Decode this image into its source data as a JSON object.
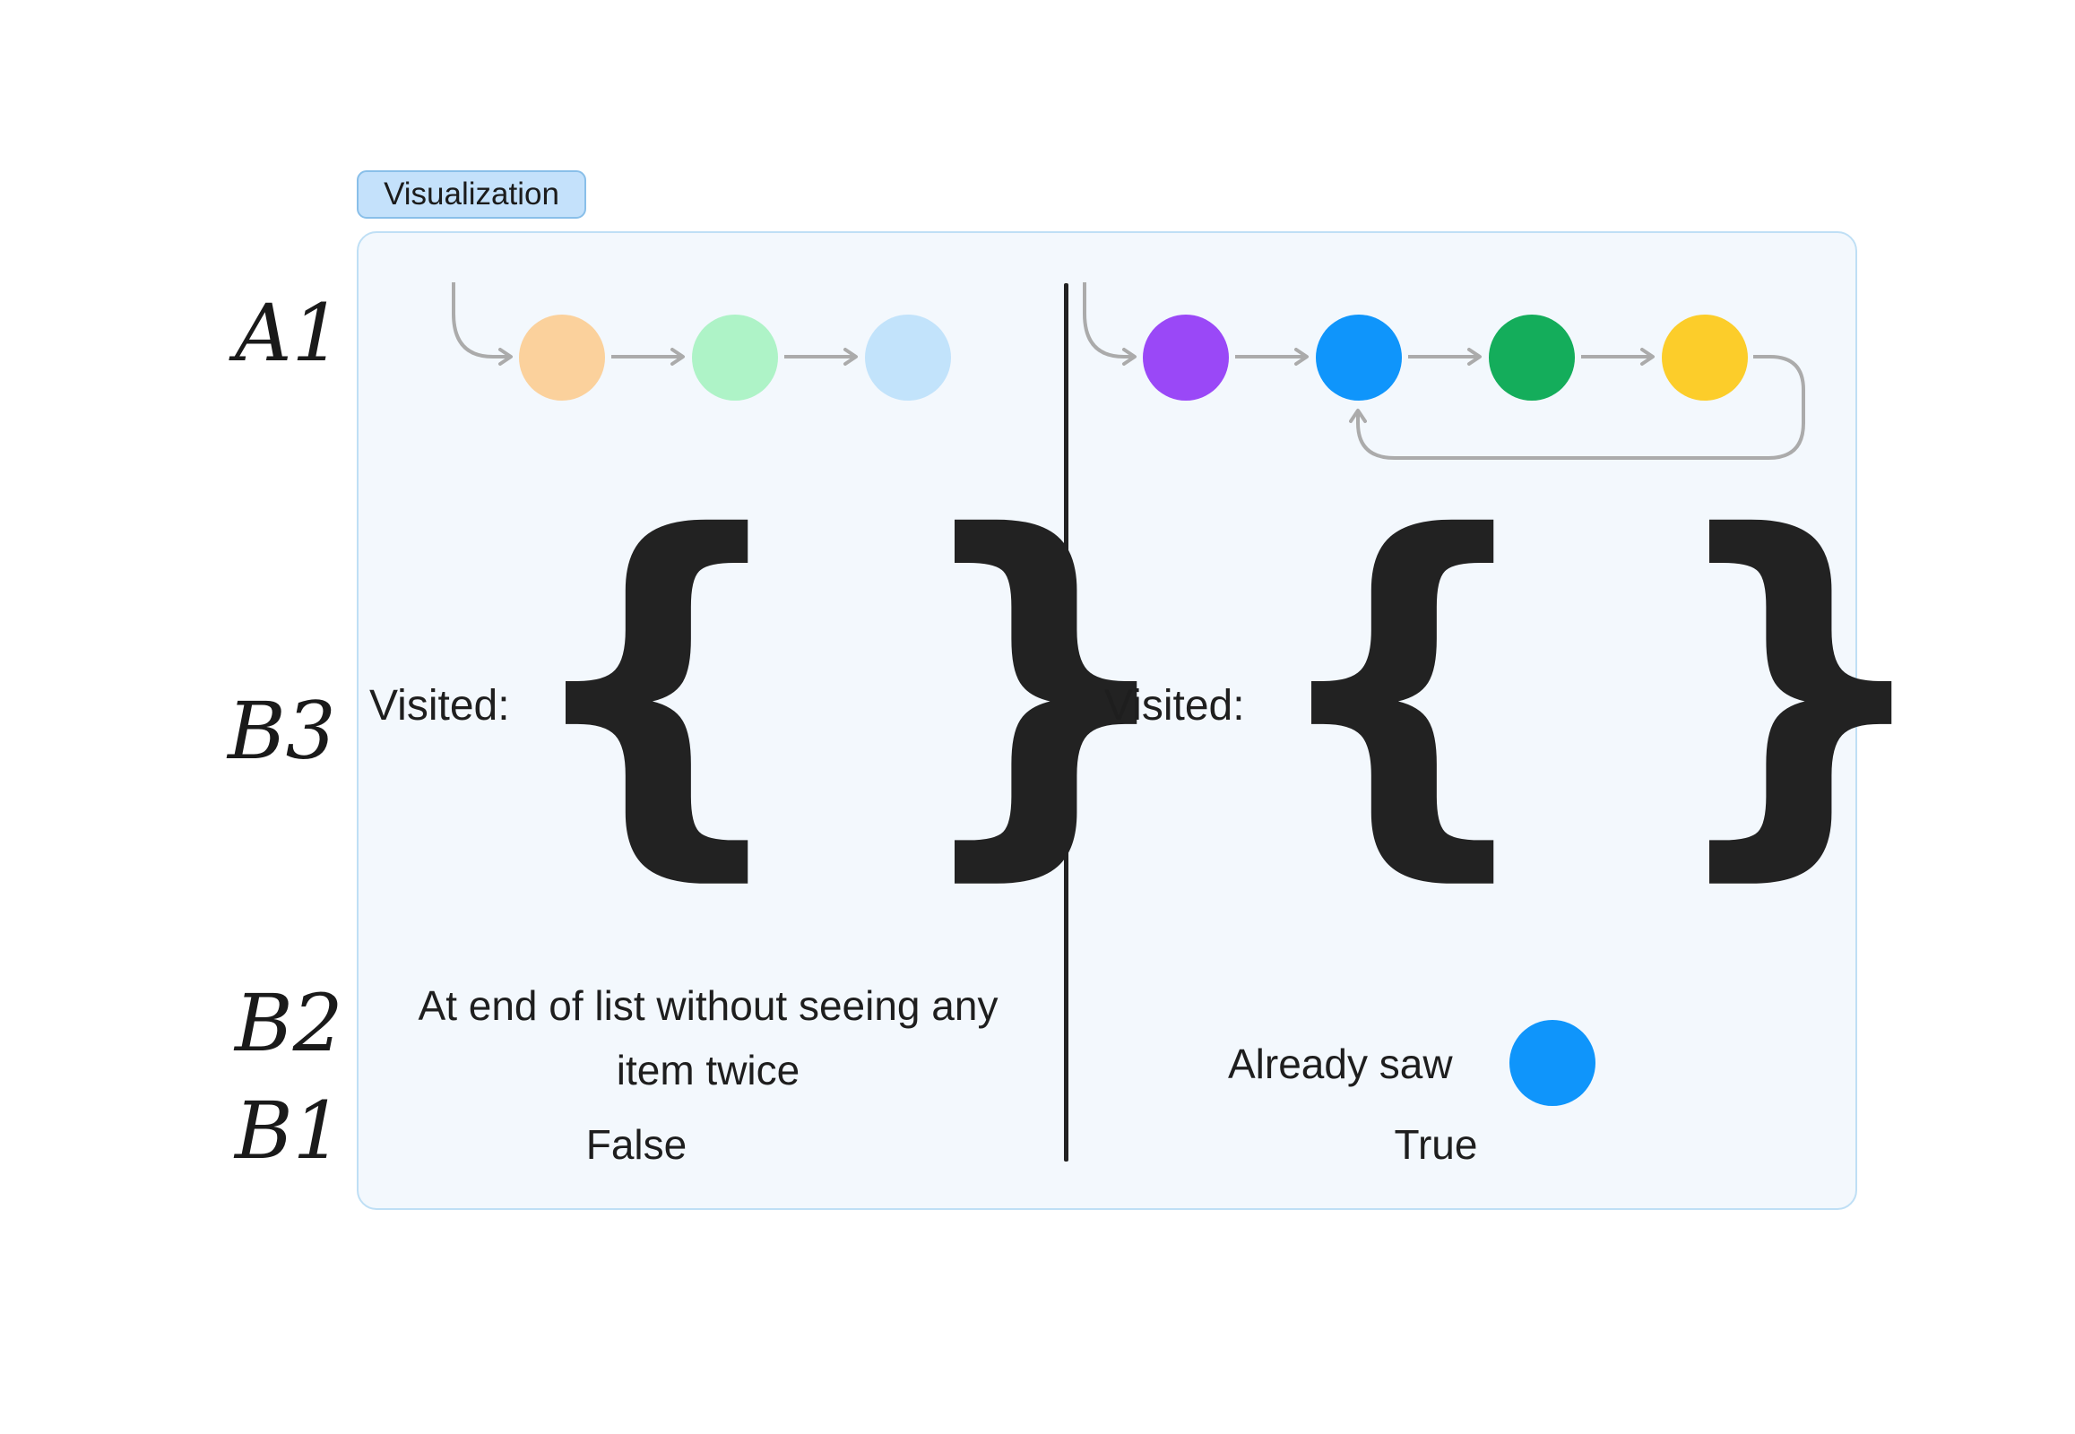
{
  "tag_label": "Visualization",
  "row_labels": {
    "a1": "A1",
    "b3": "B3",
    "b2": "B2",
    "b1": "B1"
  },
  "left": {
    "visited_label": "Visited:",
    "description": "At end of list without seeing any item twice",
    "result": "False",
    "nodes": [
      "#fbd19c",
      "#aef3c7",
      "#c2e3fb"
    ]
  },
  "right": {
    "visited_label": "Visited:",
    "description": "Already saw",
    "result": "True",
    "nodes": [
      "#9a48f7",
      "#0f95fb",
      "#14ad5b",
      "#fccd2a"
    ],
    "seen_node_color": "#0f95fb"
  },
  "braces": {
    "open": "{",
    "close": "}"
  },
  "colors": {
    "arrow": "#ababab",
    "panel": "#f3f8fd",
    "tag": "#c4e1fb"
  }
}
